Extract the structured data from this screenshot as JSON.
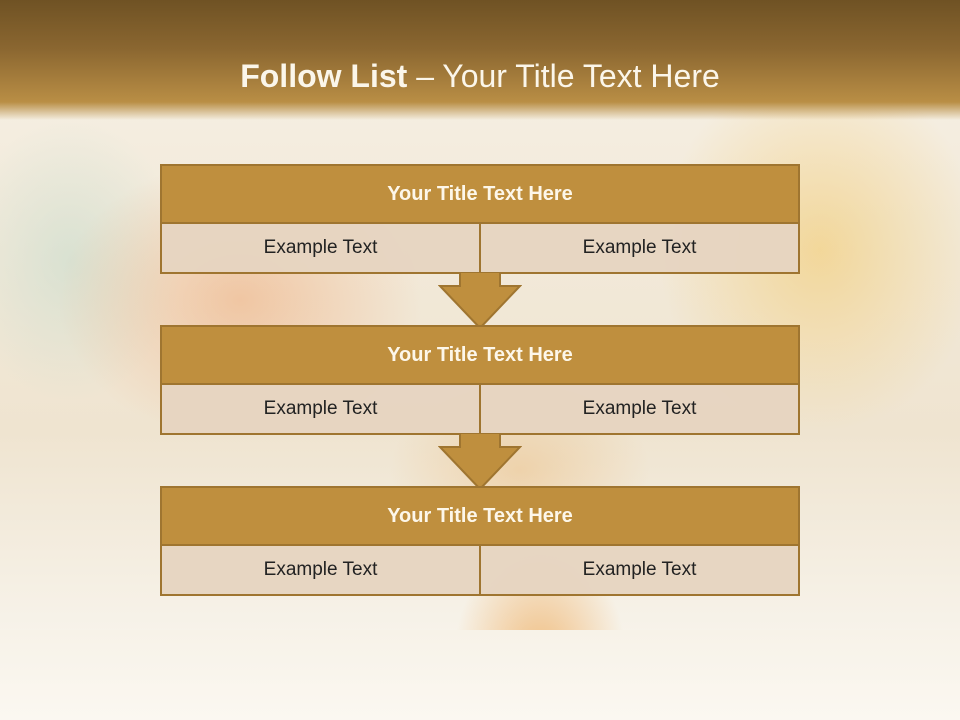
{
  "slide": {
    "title_bold": "Follow List",
    "title_rest": " – Your Title Text Here"
  },
  "steps": [
    {
      "title": "Your Title Text Here",
      "left": "Example Text",
      "right": "Example Text"
    },
    {
      "title": "Your Title Text Here",
      "left": "Example Text",
      "right": "Example Text"
    },
    {
      "title": "Your Title Text Here",
      "left": "Example Text",
      "right": "Example Text"
    }
  ],
  "colors": {
    "header": "#8a6630",
    "box_title": "#bf8f3e",
    "box_border": "#9f7530",
    "cell": "#e6d4c1"
  },
  "icons": [
    "down-arrow-icon",
    "down-arrow-icon"
  ]
}
